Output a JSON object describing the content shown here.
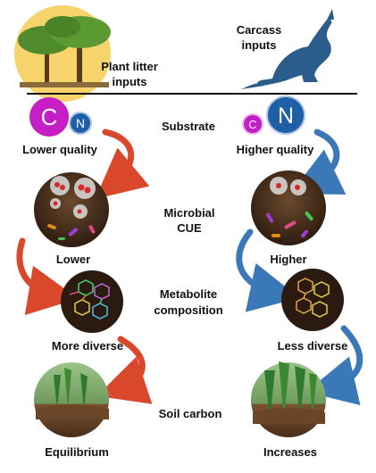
{
  "header": {
    "plant_label_line1": "Plant litter",
    "plant_label_line2": "inputs",
    "carcass_label_line1": "Carcass",
    "carcass_label_line2": "inputs"
  },
  "rows": [
    {
      "center": "Substrate",
      "left": "Lower quality",
      "right": "Higher quality"
    },
    {
      "center_line1": "Microbial",
      "center_line2": "CUE",
      "left": "Lower",
      "right": "Higher"
    },
    {
      "center_line1": "Metabolite",
      "center_line2": "composition",
      "left": "More diverse",
      "right": "Less diverse"
    },
    {
      "center": "Soil carbon",
      "left": "Equilibrium",
      "right": "Increases"
    }
  ],
  "substrate_badges": {
    "carbon": "C",
    "nitrogen": "N"
  },
  "colors": {
    "left_arrow": "#d9482b",
    "right_arrow": "#3a78b8",
    "carbon_badge": "#c41ec4",
    "nitrogen_badge": "#1f5fa8",
    "sun": "#f6d36b",
    "kangaroo": "#2a5c8c",
    "tree": "#4f8a2c"
  },
  "icons": [
    "tree-icon",
    "kangaroo-icon",
    "soil-microbe-icon",
    "metabolite-icon",
    "soil-grass-icon"
  ]
}
